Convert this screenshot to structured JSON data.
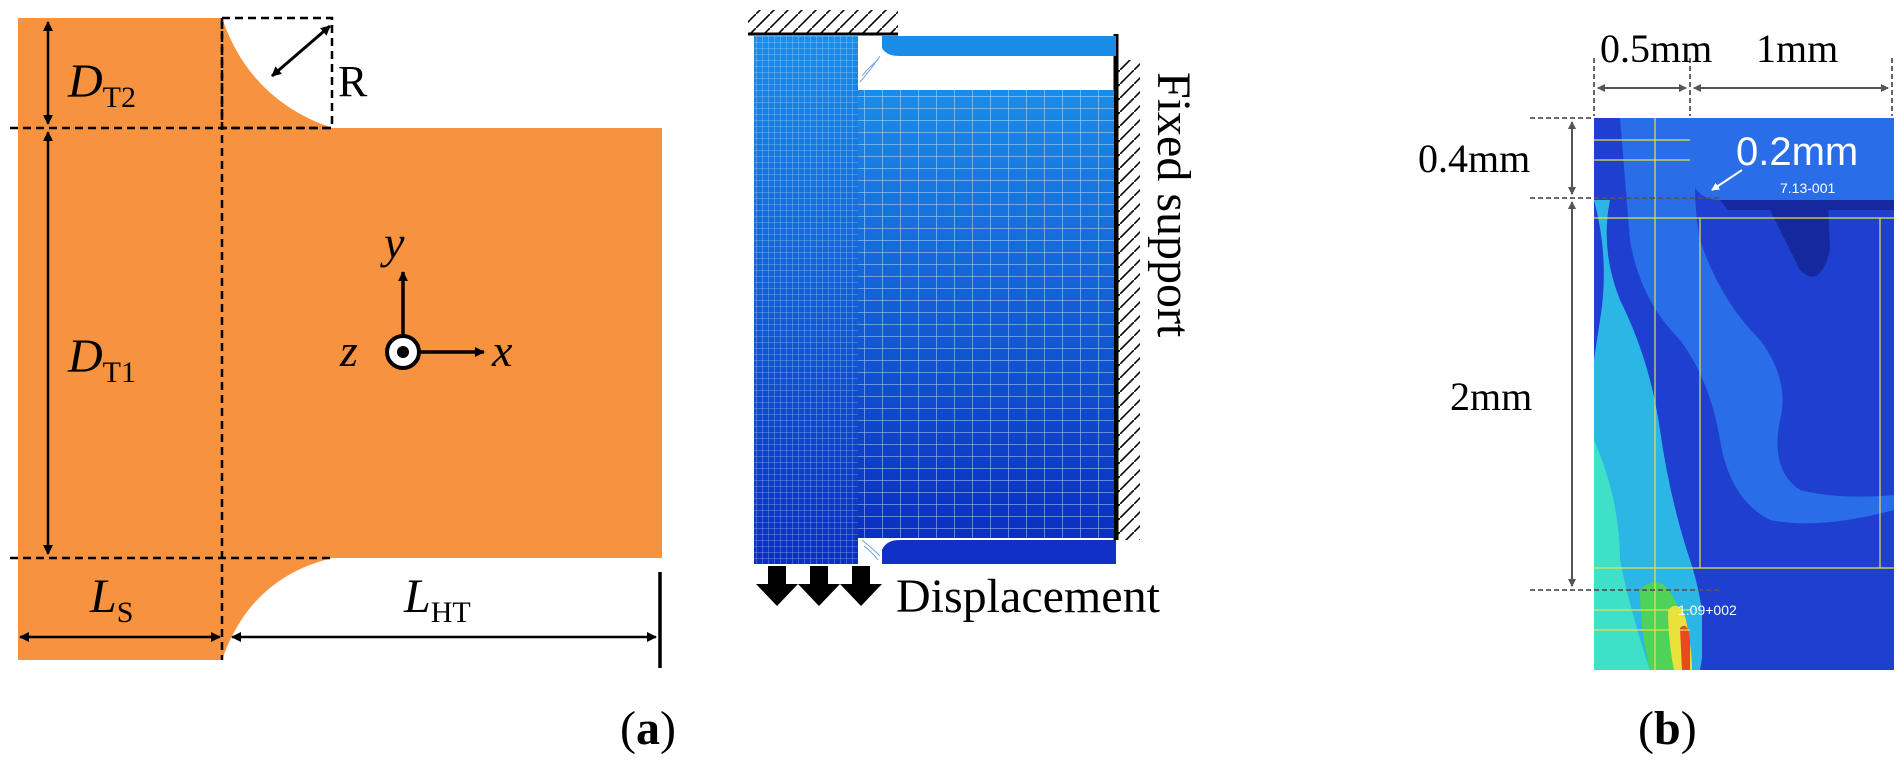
{
  "colors": {
    "specimen": "#F7923E",
    "line": "#000000",
    "mesh_dark": "#0A2FC0",
    "mesh_light": "#1A8CE8",
    "contour_bg": "#1E3FD0"
  },
  "panel_a": {
    "caption": "(a)",
    "labels": {
      "dt2_main": "D",
      "dt2_sub": "T2",
      "dt1_main": "D",
      "dt1_sub": "T1",
      "ls_main": "L",
      "ls_sub": "S",
      "lht_main": "L",
      "lht_sub": "HT",
      "radius": "R",
      "axis_x": "x",
      "axis_y": "y",
      "axis_z": "z"
    },
    "mesh": {
      "fixed_support": "Fixed support",
      "displacement": "Displacement"
    }
  },
  "panel_b": {
    "caption": "(b)",
    "dims": {
      "w_left": "0.5mm",
      "w_right": "1mm",
      "h_top": "0.4mm",
      "h_main": "2mm",
      "radius": "0.2mm"
    },
    "contour_labels": {
      "min": "7.13-001",
      "max": "1.09+002"
    }
  }
}
